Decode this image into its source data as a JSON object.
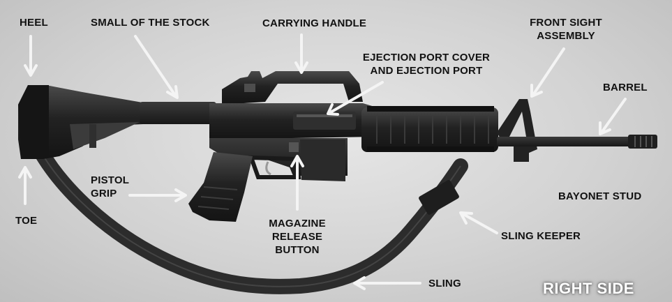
{
  "labels": {
    "heel": "HEEL",
    "small_of_stock": "SMALL OF THE STOCK",
    "carrying_handle": "CARRYING HANDLE",
    "front_sight_1": "FRONT SIGHT",
    "front_sight_2": "ASSEMBLY",
    "ejection_1": "EJECTION PORT COVER",
    "ejection_2": "AND EJECTION PORT",
    "barrel": "BARREL",
    "pistol_1": "PISTOL",
    "pistol_2": "GRIP",
    "bayonet_stud": "BAYONET STUD",
    "toe": "TOE",
    "magazine_1": "MAGAZINE",
    "magazine_2": "RELEASE",
    "magazine_3": "BUTTON",
    "sling_keeper": "SLING KEEPER",
    "sling": "SLING",
    "side": "RIGHT SIDE"
  },
  "colors": {
    "background": "#d7d7d7",
    "rifle": "#262626",
    "arrow": "#f4f4f4",
    "label_text": "#111111"
  }
}
